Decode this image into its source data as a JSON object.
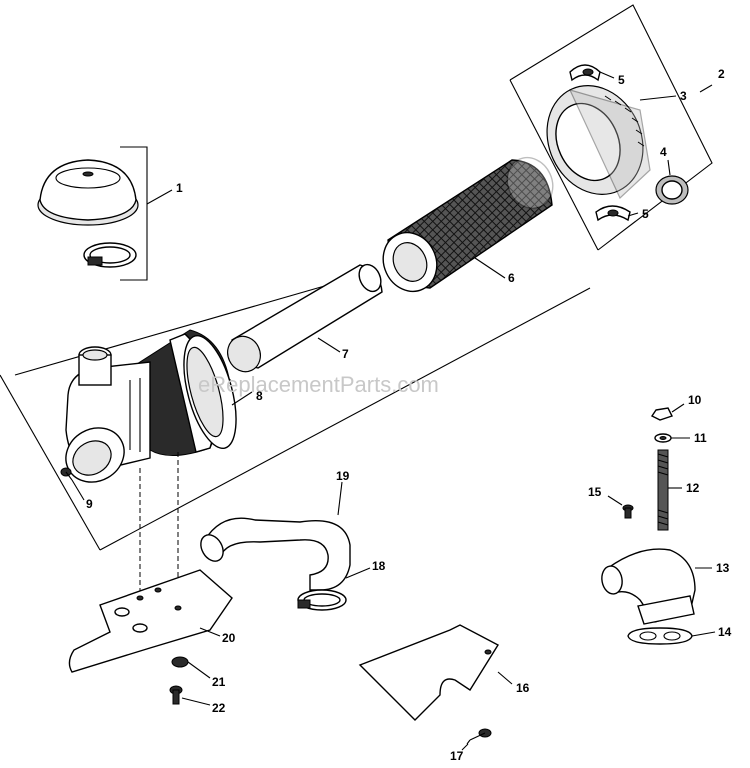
{
  "watermark": "eReplacementParts.com",
  "callouts": [
    "1",
    "2",
    "3",
    "4",
    "5",
    "5",
    "6",
    "7",
    "8",
    "9",
    "10",
    "11",
    "12",
    "13",
    "14",
    "15",
    "16",
    "17",
    "18",
    "19",
    "20",
    "21",
    "22"
  ]
}
